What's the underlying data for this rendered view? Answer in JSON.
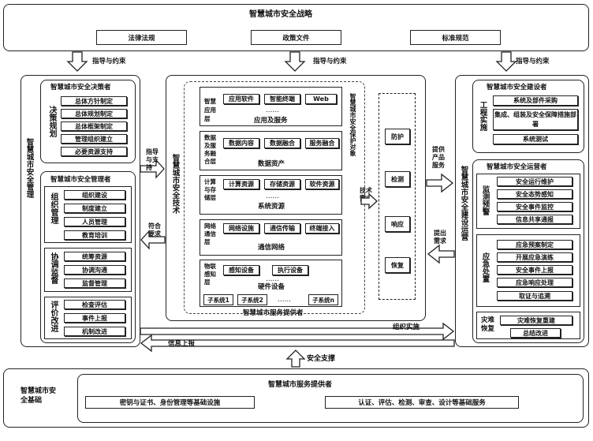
{
  "top": {
    "title": "智慧城市安全战略",
    "items": [
      "法律法规",
      "政策文件",
      "标准规范"
    ],
    "guides": [
      "指导与约束",
      "指导与约束",
      "指导与约束"
    ]
  },
  "left": {
    "section_title": "智慧城市安全管理",
    "decision": {
      "title": "智慧城市安全决策者",
      "side": "决策规划",
      "items": [
        "总体方针制定",
        "总体规划制定",
        "总体框架制定",
        "管理组织建立",
        "必要资源支持"
      ]
    },
    "manager": {
      "title": "智慧城市安全管理者",
      "groups": [
        {
          "side": "组织管理",
          "items": [
            "组织建设",
            "制度建立",
            "人员管理",
            "教育培训"
          ]
        },
        {
          "side": "协调监督",
          "items": [
            "统筹资源",
            "协调沟通",
            "监督管理"
          ]
        },
        {
          "side": "评价改进",
          "items": [
            "检查评估",
            "事件上报",
            "机制改进"
          ]
        }
      ]
    }
  },
  "middle": {
    "section_title": "智慧城市安全技术",
    "bottom_title": "智慧城市服务提供者",
    "layers": [
      {
        "side": "智慧应用层",
        "items": [
          "应用软件",
          "智能终端",
          "Web"
        ],
        "dots": "……",
        "name": "应用及服务"
      },
      {
        "side": "数据及服务融合层",
        "items": [
          "数据内容",
          "数据融合",
          "服务融合"
        ],
        "dots": "",
        "name": "数据资产"
      },
      {
        "side": "计算与存储层",
        "items": [
          "计算资源",
          "存储资源",
          "软件资源"
        ],
        "dots": "……",
        "name": "系统资源"
      },
      {
        "side": "网络通信层",
        "items": [
          "网络设施",
          "通信传输",
          "终端接入"
        ],
        "dots": "",
        "name": "通信网络"
      },
      {
        "side": "物联感知层",
        "items": [
          "感知设备",
          "执行设备"
        ],
        "dots": "……",
        "name": "硬件设备"
      }
    ],
    "subsystems": [
      "子系统1",
      "子系统2",
      "……",
      "子系统n"
    ],
    "protect_title": "智慧城市安全保护对象",
    "defense": [
      "防护",
      "检测",
      "响应",
      "恢复"
    ],
    "tech_req": "技术需求"
  },
  "right": {
    "section_title": "智慧城市安全建设运营",
    "builder": {
      "title": "智慧城市安全建设者",
      "side": "工程实施",
      "items": [
        "系统及部件采购",
        "集成、组装及安全保障措施部署",
        "系统测试"
      ]
    },
    "operator": {
      "title": "智慧城市安全运营者",
      "groups": [
        {
          "side": "监测预警",
          "items": [
            "安全运行维护",
            "安全态势感知",
            "安全事件监控",
            "信息共享通报"
          ]
        },
        {
          "side": "应急处置",
          "items": [
            "应急预案制定",
            "开展应急演练",
            "安全事件上报",
            "应急响应处理",
            "取证与追溯"
          ]
        },
        {
          "side": "灾难恢复",
          "items": [
            "灾难恢复重建",
            "总结改进"
          ]
        }
      ]
    }
  },
  "arrows": {
    "guide_support": "指导与支持",
    "meet_req": "符合要求",
    "provide_service": "提供产品服务",
    "propose_req": "提出需求",
    "org_impl": "组织实施",
    "info_report": "信息上报",
    "security_support": "安全支撑"
  },
  "bottom": {
    "side": "智慧城市安全基础",
    "title": "智慧城市服务提供者",
    "items": [
      "密钥与证书、身份管理等基础设施",
      "认证、评估、检测、审查、设计等基础服务"
    ]
  },
  "colors": {
    "line": "#222222",
    "arrow_fill": "#ffffff"
  }
}
